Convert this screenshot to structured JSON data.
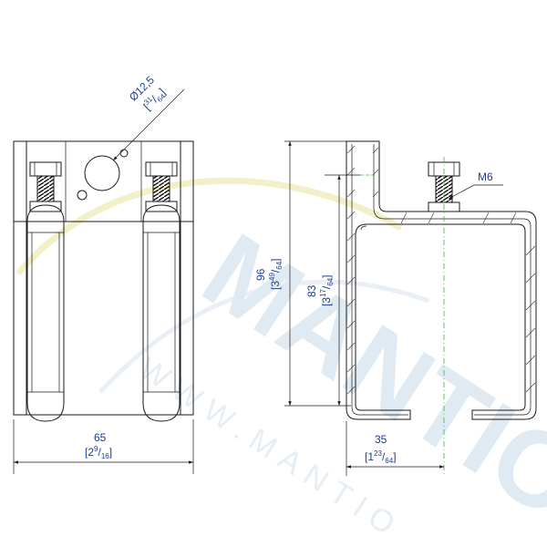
{
  "watermark": {
    "brand": "MANTIO",
    "url": "WWW.MANTIO",
    "colors": {
      "main": "#dfeaf3",
      "swoosh": "#f2f0c8"
    }
  },
  "front_view": {
    "hole_diameter": "Ø12,5",
    "hole_diameter_inch": {
      "whole": "",
      "num": "31",
      "den": "64"
    },
    "width": "65",
    "width_inch": {
      "whole": "2",
      "num": "9",
      "den": "16"
    }
  },
  "side_view": {
    "bolt": "M6",
    "total_height": "96",
    "total_height_inch": {
      "whole": "3",
      "num": "49",
      "den": "64"
    },
    "inner_height": "83",
    "inner_height_inch": {
      "whole": "3",
      "num": "17",
      "den": "64"
    },
    "offset": "35",
    "offset_inch": {
      "whole": "1",
      "num": "23",
      "den": "64"
    }
  },
  "colors": {
    "dimension_text": "#1e3d8f",
    "centerline": "#2fbf2f",
    "line": "#1a1a1a"
  }
}
